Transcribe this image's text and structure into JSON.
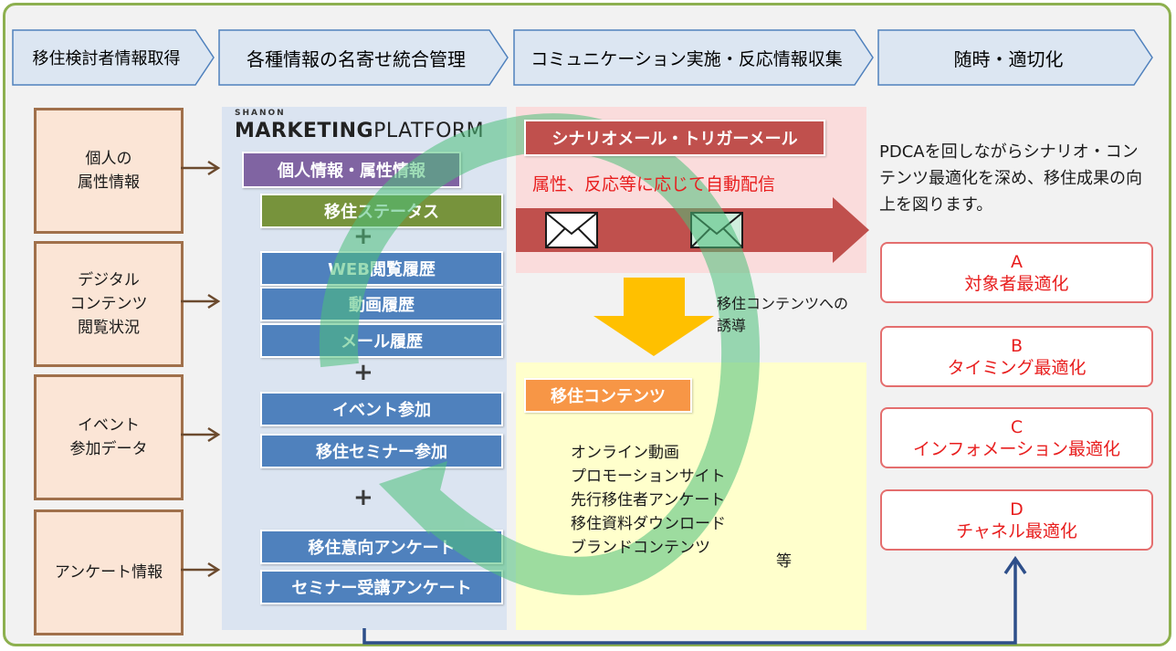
{
  "header": {
    "steps": [
      "移住検討者情報取得",
      "各種情報の名寄せ統合管理",
      "コミュニケーション実施・反応情報収集",
      "随時・適切化"
    ]
  },
  "sources": [
    {
      "label": "個人の\n属性情報"
    },
    {
      "label": "デジタル\nコンテンツ\n閲覧状況"
    },
    {
      "label": "イベント\n参加データ"
    },
    {
      "label": "アンケート情報"
    }
  ],
  "platform": {
    "brand_small": "SHANON",
    "brand_bold": "MARKETING",
    "brand_light": "PLATFORM",
    "personal": "個人情報・属性情報",
    "status": "移住ステータス",
    "history": [
      "WEB閲覧履歴",
      "動画履歴",
      "メール履歴"
    ],
    "events": [
      "イベント参加",
      "移住セミナー参加"
    ],
    "surveys": [
      "移住意向アンケート",
      "セミナー受講アンケート"
    ],
    "plus": "+"
  },
  "communication": {
    "tag": "シナリオメール・トリガーメール",
    "subtitle": "属性、反応等に応じて自動配信",
    "guide": "移住コンテンツへの\n誘導",
    "contents_tag": "移住コンテンツ",
    "contents": [
      "オンライン動画",
      "プロモーションサイト",
      "先行移住者アンケート",
      "移住資料ダウンロード",
      "ブランドコンテンツ"
    ],
    "etc": "等"
  },
  "optimization": {
    "description": "PDCAを回しながらシナリオ・コンテンツ最適化を深め、移住成果の向上を図ります。",
    "items": [
      {
        "letter": "A",
        "label": "対象者最適化"
      },
      {
        "letter": "B",
        "label": "タイミング最適化"
      },
      {
        "letter": "C",
        "label": "インフォメーション最適化"
      },
      {
        "letter": "D",
        "label": "チャネル最適化"
      }
    ]
  },
  "colors": {
    "frame": "#8db04f",
    "chevron": "#dce6f2",
    "source_fill": "#fbe5d6",
    "source_border": "#a0704b",
    "pill_blue": "#4f81bd",
    "pill_purple": "#8064a2",
    "pill_green": "#77933c",
    "scenario_tag": "#c0504d",
    "contents_tag": "#f79646",
    "flow_arrow": "#c0504d",
    "down_arrow": "#ffc000",
    "cycle_arrow": "#92d6a8",
    "opt_text": "#e81e1e",
    "return_arrow": "#2e4f8a"
  }
}
